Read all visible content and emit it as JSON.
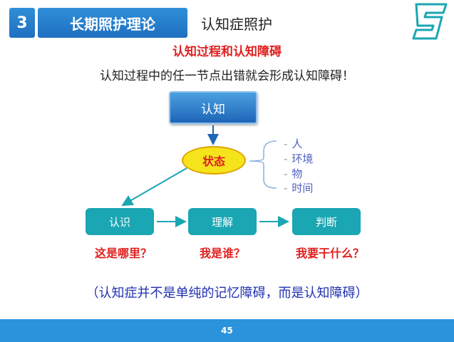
{
  "header": {
    "number": "3",
    "title": "长期照护理论",
    "subtitle": "认知症照护"
  },
  "section_title": "认知过程和认知障碍",
  "statement": "认知过程中的任一节点出错就会形成认知障碍！",
  "diagram": {
    "top_node": "认知",
    "state_node": "状态",
    "factors": [
      "人",
      "环境",
      "物",
      "时间"
    ],
    "stages": [
      {
        "label": "认识",
        "question": "这是哪里？"
      },
      {
        "label": "理解",
        "question": "我是谁？"
      },
      {
        "label": "判断",
        "question": "我要干什么？"
      }
    ]
  },
  "conclusion": "（认知症并不是单纯的记忆障碍，而是认知障碍）",
  "footer": {
    "page_number": "45"
  },
  "colors": {
    "header_blue": "#1f6fc0",
    "stage_teal": "#1aa6b2",
    "state_yellow": "#f5e41c",
    "red": "#e02020",
    "conclusion_blue": "#2030b0",
    "footer_blue": "#2b93db"
  }
}
